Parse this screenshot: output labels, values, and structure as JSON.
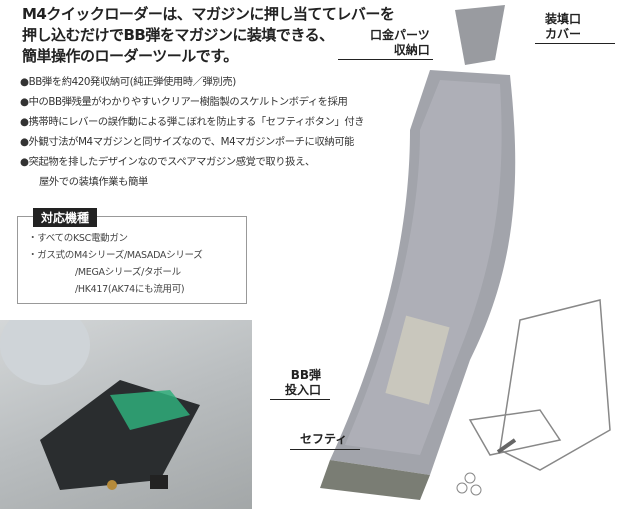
{
  "headline": [
    "M4クイックローダーは、マガジンに押し当ててレバーを",
    "押し込むだけでBB弾をマガジンに装填できる、",
    "簡単操作のローダーツールです。"
  ],
  "bullets": [
    "●BB弾を約420発収納可(純正弾使用時／弾別売)",
    "●中のBB弾残量がわかりやすいクリアー樹脂製のスケルトンボディを採用",
    "●携帯時にレバーの誤作動による弾こぼれを防止する「セフティボタン」付き",
    "●外観寸法がM4マガジンと同サイズなので、M4マガジンポーチに収納可能",
    "●突起物を排したデザインなのでスペアマガジン感覚で取り扱え、",
    "屋外での装填作業も簡単"
  ],
  "compat": {
    "title": "対応機種",
    "items": [
      "・すべてのKSC電動ガン",
      "・ガス式のM4シリーズ/MASADAシリーズ",
      "/MEGAシリーズ/タボール",
      "/HK417(AK74にも流用可)"
    ]
  },
  "labels": {
    "mouth_parts": [
      "口金パーツ",
      "収納口"
    ],
    "cover": [
      "装填口",
      "カバー"
    ],
    "bb_inlet": [
      "BB弾",
      "投入口"
    ],
    "safety": "セフティ"
  }
}
